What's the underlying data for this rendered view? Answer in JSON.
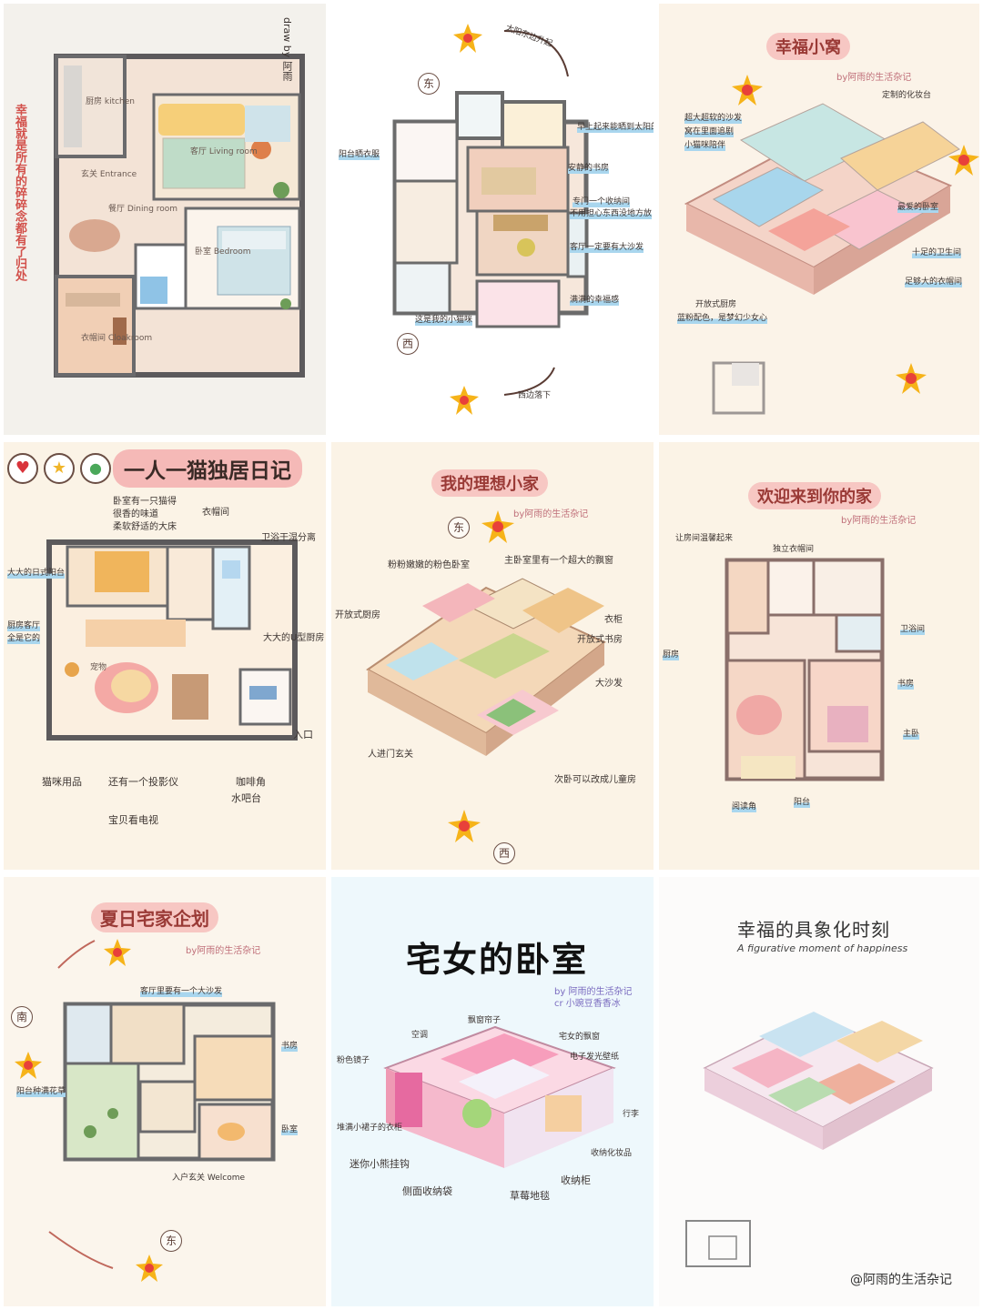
{
  "tiles": {
    "t1": {
      "title": "幸福就是所有的碎碎念都有了归处",
      "draw_by": "draw by 阿雨",
      "rooms": {
        "kitchen": "厨房 kitchen",
        "entrance": "玄关 Entrance",
        "dining": "餐厅 Dining room",
        "living": "客厅 Living room",
        "bedroom": "卧室 Bedroom",
        "cloakroom": "衣帽间 Cloakroom"
      }
    },
    "t2": {
      "east": "东",
      "west": "西",
      "sunrise": "太阳东边升起",
      "sunset": "西边落下",
      "notes": [
        "早上起来能晒到太阳的卧室",
        "安静的书房",
        "专门一个收纳间",
        "不用担心东西没地方放",
        "客厅一定要有大沙发",
        "阳台晒衣服",
        "这是我的小猫咪",
        "满满的幸福感"
      ]
    },
    "t3": {
      "title": "幸福小窝",
      "byline": "by阿雨的生活杂记",
      "notes": [
        "超大超软的沙发",
        "窝在里面追剧",
        "小猫咪陪伴",
        "开放式厨房",
        "蓝粉配色，是梦幻少女心",
        "最爱的卧室",
        "十足的卫生间",
        "足够大的衣帽间",
        "定制的化妆台"
      ]
    },
    "t4": {
      "title": "一人一猫独居日记",
      "notes": [
        "卧室有一只猫得",
        "很香的味道",
        "柔软舒适的大床",
        "衣帽间",
        "卫浴干湿分离",
        "大大的日式阳台",
        "厨房客厅",
        "全是它的",
        "猫咪用品",
        "还有一个投影仪",
        "宝贝看电视",
        "咖啡角",
        "水吧台",
        "入口",
        "大大的U型厨房",
        "宠物"
      ]
    },
    "t5": {
      "title": "我的理想小家",
      "byline": "by阿雨的生活杂记",
      "east": "东",
      "west": "西",
      "notes": [
        "粉粉嫩嫩的粉色卧室",
        "主卧室里有一个超大的飘窗",
        "开放式厨房",
        "大沙发",
        "开放式书房",
        "衣柜",
        "人进门玄关",
        "次卧可以改成儿童房"
      ]
    },
    "t6": {
      "title": "欢迎来到你的家",
      "byline": "by阿雨的生活杂记",
      "notes": [
        "让房间温馨起来",
        "独立衣帽间",
        "卫浴间",
        "阳台",
        "主卧",
        "阅读角",
        "书房",
        "厨房"
      ]
    },
    "t7": {
      "title": "夏日宅家企划",
      "byline": "by阿雨的生活杂记",
      "east": "东",
      "west": "南",
      "notes": [
        "客厅里要有一个大沙发",
        "阳台种满花草",
        "书房",
        "卧室",
        "入户玄关 Welcome"
      ]
    },
    "t8": {
      "title": "宅女的卧室",
      "byline_1": "by 阿雨的生活杂记",
      "byline_2": "cr 小豌豆香香冰",
      "notes": [
        "飘窗帘子",
        "空调",
        "宅女的飘窗",
        "粉色镜子",
        "电子发光壁纸",
        "堆满小裙子的衣柜",
        "行李",
        "迷你小熊挂钩",
        "收纳化妆品",
        "侧面收纳袋",
        "草莓地毯",
        "收纳柜"
      ]
    },
    "t9": {
      "title": "幸福的具象化时刻",
      "subtitle": "A figurative moment of happiness",
      "credit": "@阿雨的生活杂记"
    }
  },
  "colors": {
    "pill_bg": "#f7c7c3",
    "pill_text": "#9a3a36",
    "sun": "#f6b319",
    "sun_core": "#e8403a",
    "highlight": "#a9d6ee"
  }
}
